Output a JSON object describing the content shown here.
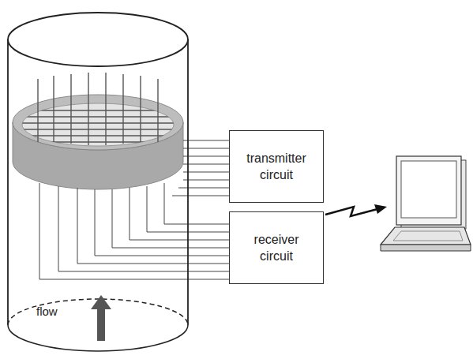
{
  "diagram": {
    "nodes": [
      {
        "text": [
          "transmitter circuit"
        ]
      },
      {
        "text": [
          "receiver circuit"
        ]
      }
    ],
    "labels": [
      "flow"
    ]
  }
}
